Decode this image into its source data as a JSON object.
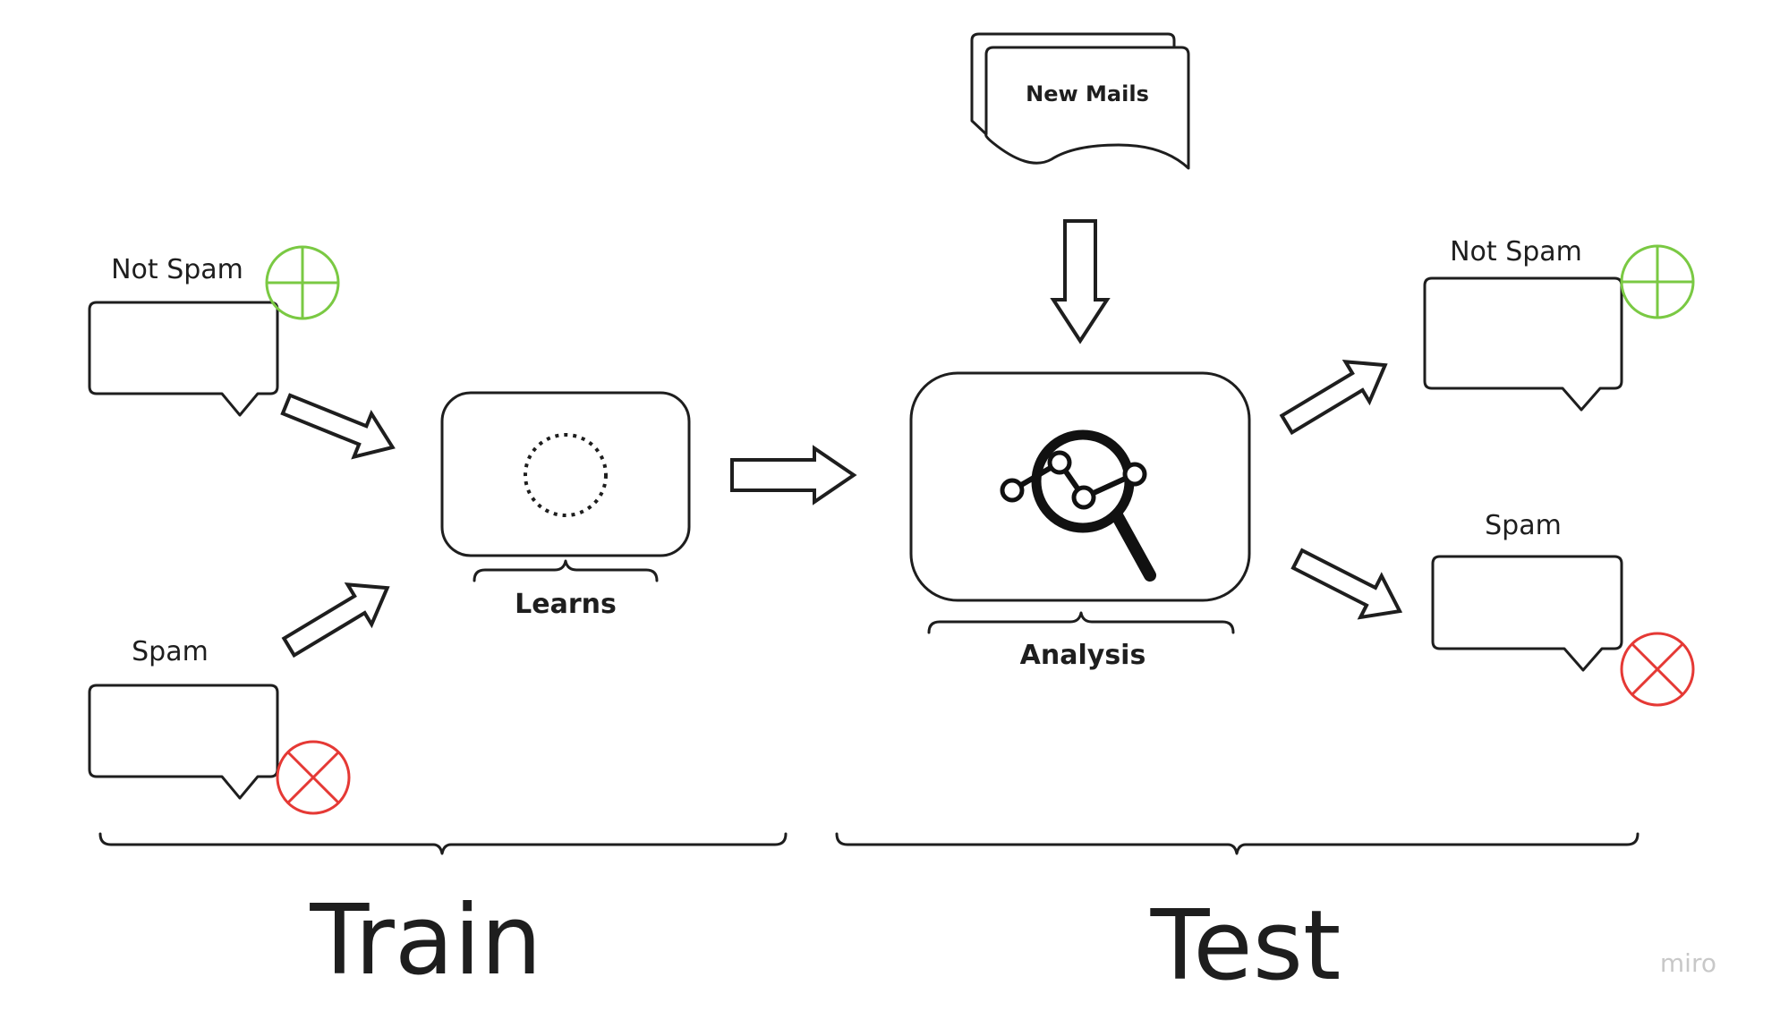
{
  "labels": {
    "train_not_spam": "Not Spam",
    "train_spam": "Spam",
    "learns": "Learns",
    "new_mails": "New Mails",
    "analysis": "Analysis",
    "test_not_spam": "Not Spam",
    "test_spam": "Spam",
    "train": "Train",
    "test": "Test",
    "watermark": "miro"
  },
  "colors": {
    "stroke": "#1e1e1e",
    "not_spam_accent": "#7ac943",
    "spam_accent": "#e53935",
    "watermark": "#c8c8c8"
  },
  "icons": {
    "not_spam": "circle-plus-icon",
    "spam": "circle-x-icon",
    "learns": "dotted-circle-icon",
    "analysis": "magnifier-chart-icon"
  }
}
